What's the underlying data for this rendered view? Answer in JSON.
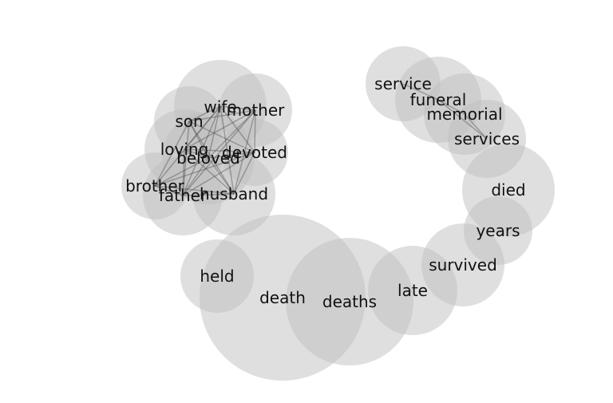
{
  "colors": {
    "bubble": "#bfbfbf",
    "edge": "#555555",
    "text": "#111111"
  },
  "words": {
    "wife": "wife",
    "mother": "mother",
    "son": "son",
    "loving": "loving",
    "devoted": "devoted",
    "beloved": "beloved",
    "brother": "brother",
    "father": "father",
    "husband": "husband",
    "service": "service",
    "funeral": "funeral",
    "memorial": "memorial",
    "services": "services",
    "died": "died",
    "years": "years",
    "survived": "survived",
    "late": "late",
    "deaths": "deaths",
    "death": "death",
    "held": "held"
  },
  "edges": [
    [
      "wife",
      "mother"
    ],
    [
      "wife",
      "son"
    ],
    [
      "wife",
      "loving"
    ],
    [
      "wife",
      "devoted"
    ],
    [
      "wife",
      "beloved"
    ],
    [
      "wife",
      "brother"
    ],
    [
      "wife",
      "father"
    ],
    [
      "wife",
      "husband"
    ],
    [
      "mother",
      "son"
    ],
    [
      "mother",
      "loving"
    ],
    [
      "mother",
      "devoted"
    ],
    [
      "mother",
      "beloved"
    ],
    [
      "mother",
      "father"
    ],
    [
      "mother",
      "husband"
    ],
    [
      "son",
      "devoted"
    ],
    [
      "son",
      "beloved"
    ],
    [
      "son",
      "brother"
    ],
    [
      "son",
      "father"
    ],
    [
      "son",
      "husband"
    ],
    [
      "loving",
      "devoted"
    ],
    [
      "loving",
      "beloved"
    ],
    [
      "loving",
      "father"
    ],
    [
      "loving",
      "husband"
    ],
    [
      "devoted",
      "beloved"
    ],
    [
      "devoted",
      "brother"
    ],
    [
      "devoted",
      "father"
    ],
    [
      "devoted",
      "husband"
    ],
    [
      "beloved",
      "brother"
    ],
    [
      "beloved",
      "father"
    ],
    [
      "beloved",
      "husband"
    ],
    [
      "brother",
      "father"
    ],
    [
      "brother",
      "husband"
    ],
    [
      "father",
      "husband"
    ],
    [
      "service",
      "funeral"
    ],
    [
      "funeral",
      "memorial"
    ],
    [
      "funeral",
      "services"
    ],
    [
      "memorial",
      "services"
    ]
  ]
}
